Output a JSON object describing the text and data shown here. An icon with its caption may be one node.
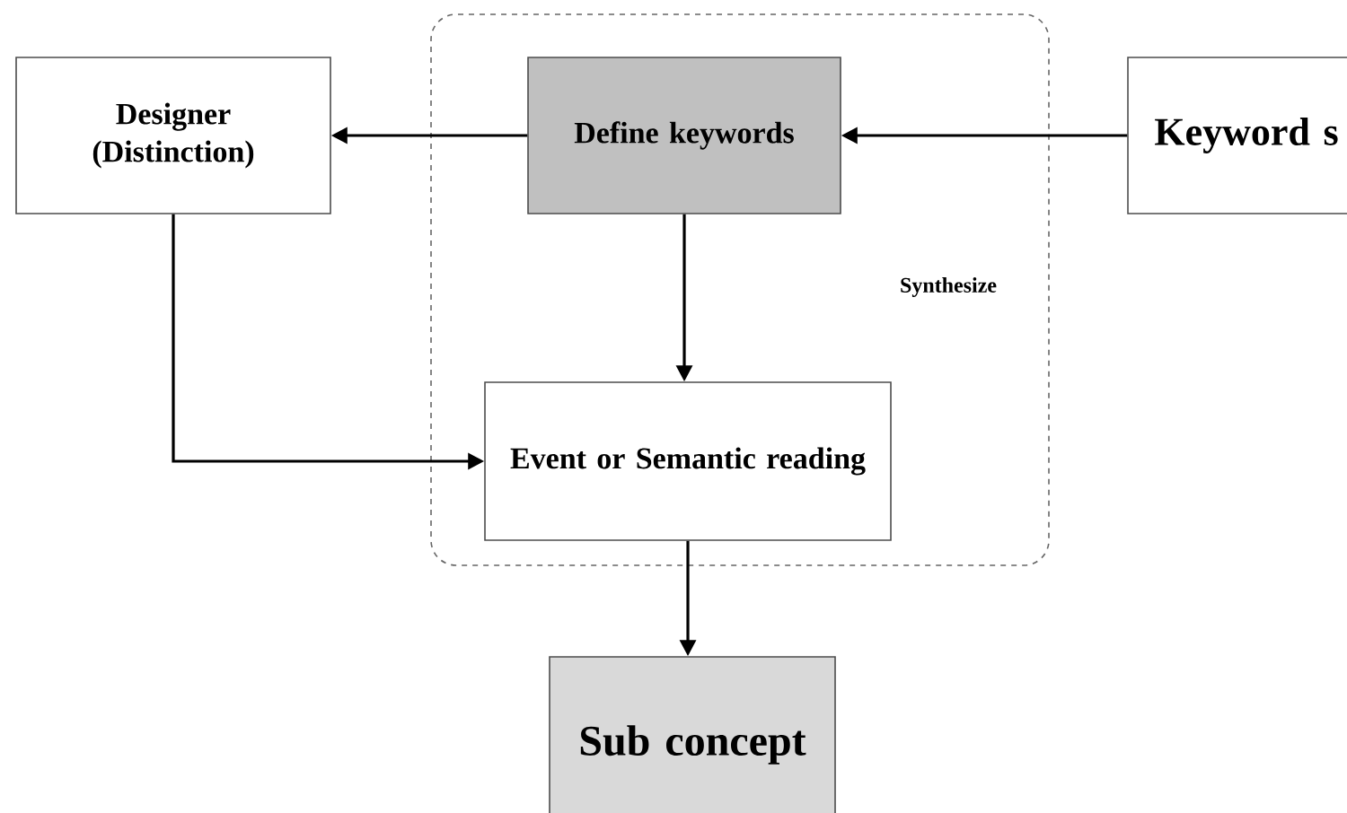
{
  "diagram": {
    "nodes": [
      {
        "text": [
          "Designer (Distinction)"
        ]
      },
      {
        "text": [
          "Synthesize"
        ]
      },
      {
        "text": [
          "Define keywords"
        ],
        "in": 1
      },
      {
        "text": [
          "Keyword s"
        ]
      },
      {
        "text": [
          "Event or Semantic reading"
        ],
        "in": 1
      },
      {
        "text": [
          "Sub concept"
        ]
      }
    ],
    "edges": [
      {
        "from": 2,
        "to": 0,
        "arrow": "to"
      },
      {
        "from": 3,
        "to": 2,
        "arrow": "to"
      },
      {
        "from": 2,
        "to": 4,
        "arrow": "to"
      },
      {
        "from": 0,
        "to": 4,
        "arrow": "to"
      },
      {
        "from": 4,
        "to": 5,
        "arrow": "to"
      }
    ]
  }
}
